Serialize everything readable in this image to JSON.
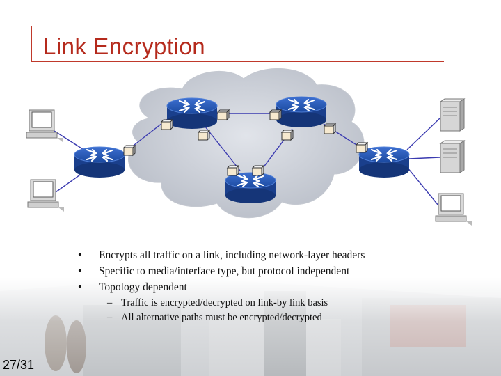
{
  "slide": {
    "title": "Link Encryption",
    "page_number": "27/31"
  },
  "bullets": [
    {
      "text": "Encrypts all traffic on a link, including network-layer headers",
      "marker": "•"
    },
    {
      "text": "Specific to media/interface type, but protocol independent",
      "marker": "•"
    },
    {
      "text": "Topology dependent",
      "marker": "•",
      "sub": [
        {
          "text": "Traffic is encrypted/decrypted on link-by link basis",
          "marker": "–"
        },
        {
          "text": "All alternative paths must be encrypted/decrypted",
          "marker": "–"
        }
      ]
    }
  ],
  "colors": {
    "title": "#b52a1c",
    "rule": "#c0392b",
    "cloud": "#cfd3db",
    "router": "#1f4fa8",
    "link": "#3b3bb0"
  },
  "icons": [
    "router-icon",
    "pc-icon",
    "server-icon",
    "encryption-box-icon",
    "network-cloud-icon"
  ]
}
